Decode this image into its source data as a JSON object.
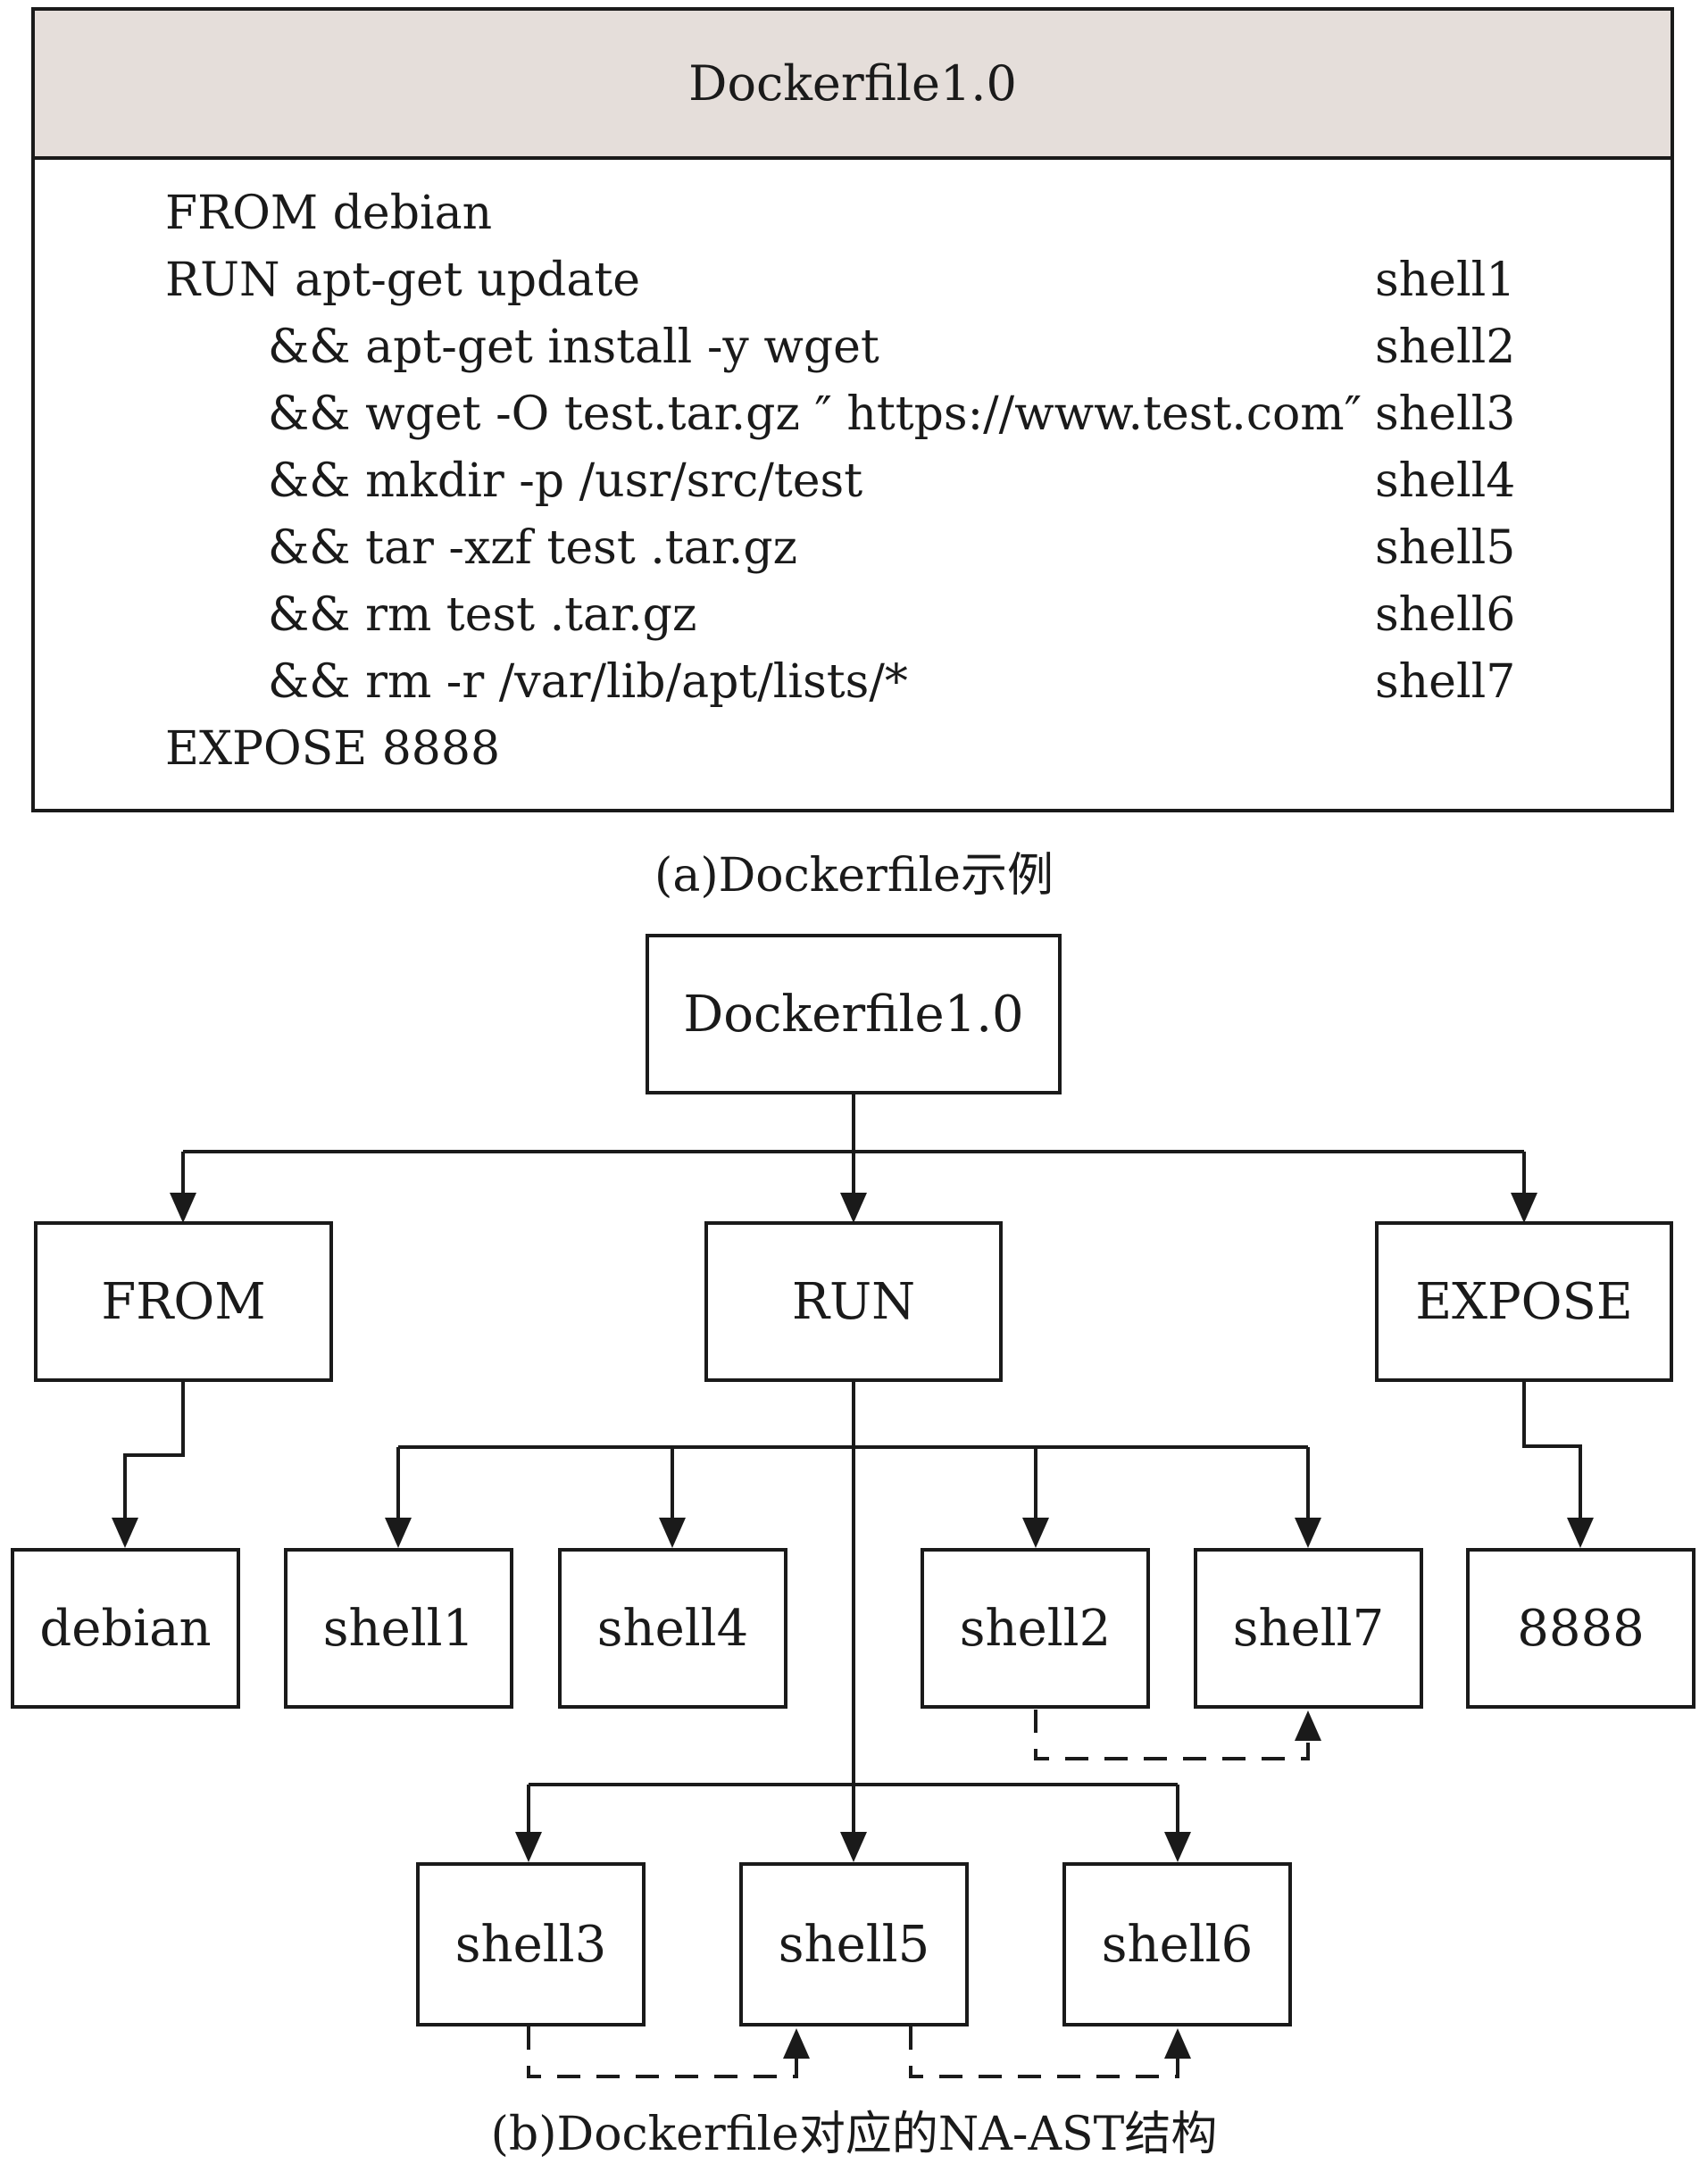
{
  "listing": {
    "title": "Dockerfile1.0",
    "lines": [
      {
        "code": "FROM debian",
        "tag": ""
      },
      {
        "code": "RUN apt-get update",
        "tag": "shell1"
      },
      {
        "code": "&& apt-get install -y wget",
        "tag": "shell2"
      },
      {
        "code": "&& wget -O test.tar.gz ″ https://www.test.com″",
        "tag": "shell3"
      },
      {
        "code": "&& mkdir -p /usr/src/test",
        "tag": "shell4"
      },
      {
        "code": "&& tar -xzf test .tar.gz",
        "tag": "shell5"
      },
      {
        "code": "&& rm test .tar.gz",
        "tag": "shell6"
      },
      {
        "code": "&& rm -r /var/lib/apt/lists/*",
        "tag": "shell7"
      },
      {
        "code": "EXPOSE 8888",
        "tag": ""
      }
    ],
    "caption": "(a)Dockerfile示例"
  },
  "tree": {
    "root": "Dockerfile1.0",
    "from": "FROM",
    "run": "RUN",
    "expose": "EXPOSE",
    "debian": "debian",
    "shell1": "shell1",
    "shell4": "shell4",
    "shell2": "shell2",
    "shell7": "shell7",
    "port": "8888",
    "shell3": "shell3",
    "shell5": "shell5",
    "shell6": "shell6",
    "caption": "(b)Dockerfile对应的NA-AST结构"
  }
}
